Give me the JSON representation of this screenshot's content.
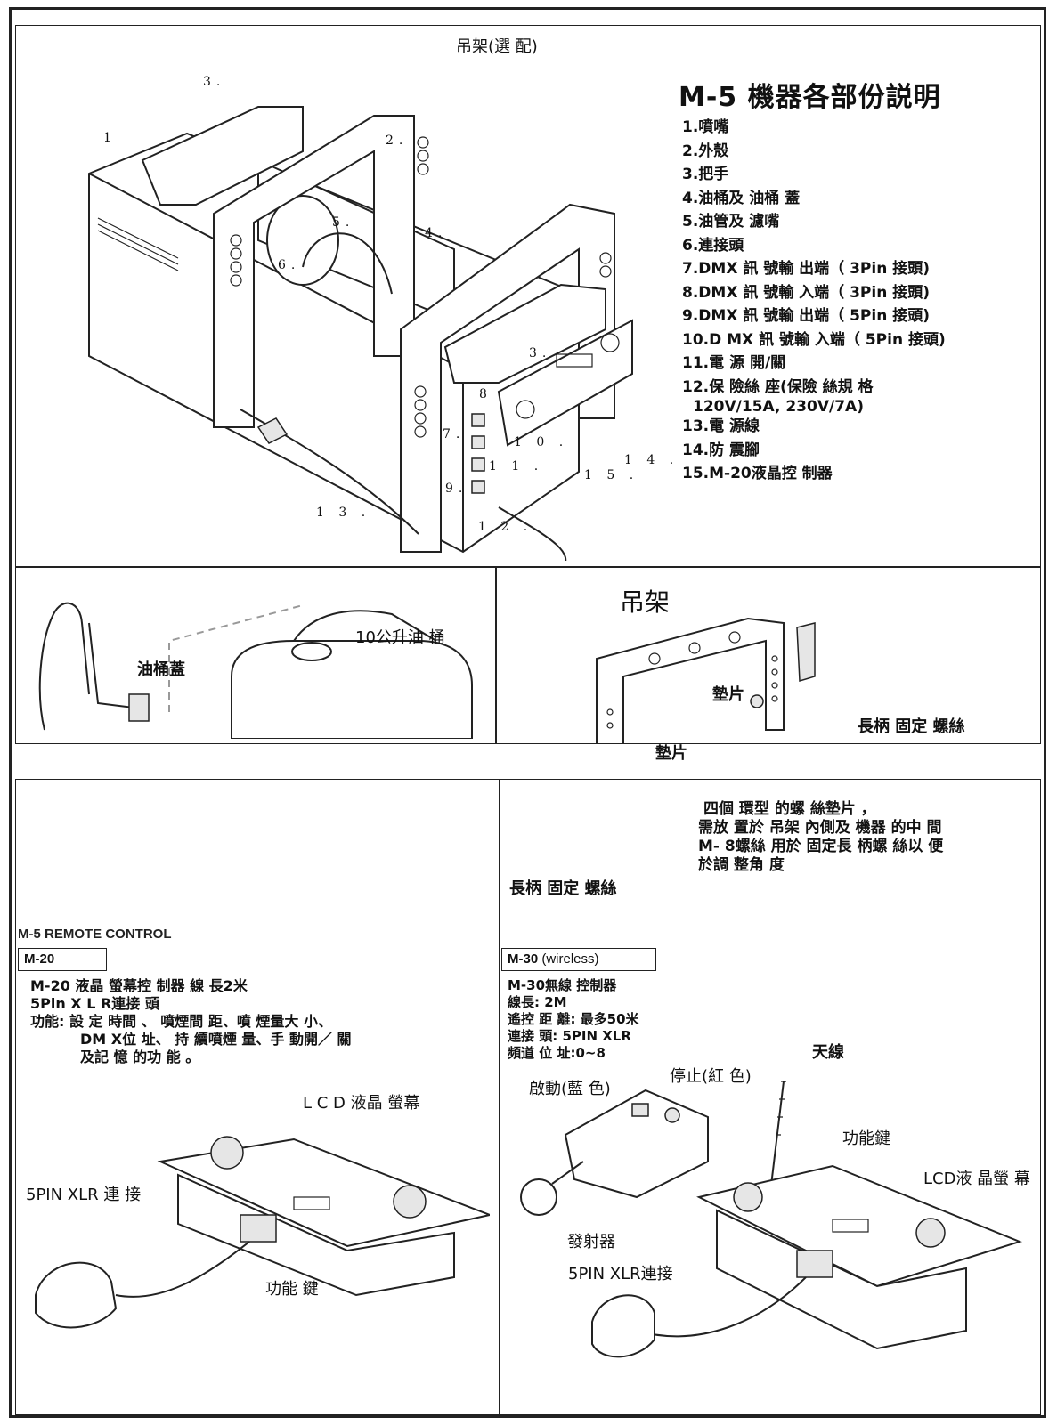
{
  "machine": {
    "bracket_optional": "吊架(選 配)",
    "title": "M-5 機器各部份説明",
    "parts": [
      "1.噴嘴",
      "2.外殼",
      "3.把手",
      "4.油桶及 油桶 蓋",
      "5.油管及 濾嘴",
      "6.連接頭",
      "7.DMX 訊 號輸 出端（ 3Pin 接頭)",
      "8.DMX 訊 號輸 入端（ 3Pin 接頭)",
      "9.DMX 訊 號輸 出端（ 5Pin 接頭)",
      "10.D MX 訊 號輸 入端（ 5Pin 接頭)",
      "11.電 源 開/關",
      "12.保 險絲 座(保險 絲規 格",
      "120V/15A, 230V/7A)",
      "13.電 源線",
      "14.防 震腳",
      "15.M-20液晶控 制器"
    ],
    "callouts": {
      "n1": "1",
      "n2": "2.",
      "n3a": "3.",
      "n3b": "3.",
      "n4": "4.",
      "n5": "5.",
      "n6": "6.",
      "n7": "7.",
      "n8": "8",
      "n9": "9.",
      "n10": "1 0 .",
      "n11": "1 1 .",
      "n12": "1 2 .",
      "n13": "1 3 .",
      "n14": "1 4 .",
      "n15": "1 5 ."
    }
  },
  "tank": {
    "cap_label": "油桶蓋",
    "tank_label": "10公升油 桶"
  },
  "bracket": {
    "title": "吊架",
    "washer_a": "墊片",
    "washer_b": "墊片",
    "screw_right": "長柄 固定 螺絲",
    "screw_left": "長柄 固定 螺絲",
    "note": [
      "四個 環型 的螺 絲墊片 ，",
      "需放 置於 吊架 內側及 機器 的中 間",
      "M- 8螺絲 用於 固定長 柄螺 絲以 便",
      "於調 整角 度"
    ]
  },
  "remote": {
    "section_title": "M-5 REMOTE CONTROL",
    "m20": {
      "tab": "M-20",
      "lines": [
        "M-20 液晶 螢幕控 制器 線 長2米",
        "5Pin  X L R連接 頭",
        "功能: 設 定 時間 、 噴煙間 距、噴 煙量大 小、",
        "DM X位 址、 持 續噴煙 量、手 動開／ 關",
        "及記 憶 的功 能 。"
      ],
      "lcd_label": "L C D 液晶 螢幕",
      "xlr_label": "5PIN XLR 連 接",
      "func_label": "功能 鍵"
    },
    "m30": {
      "tab_main": "M-30",
      "tab_sub": " (wireless)",
      "lines": [
        "M-30無線 控制器",
        "線長: 2M",
        "遙控 距 離: 最多50米",
        "連接 頭: 5PIN XLR",
        "頻道 位 址:0~8"
      ],
      "antenna_label": "天線",
      "start_label": "啟動(藍 色)",
      "stop_label": "停止(紅 色)",
      "func_label": "功能鍵",
      "lcd_label": "LCD液 晶螢 幕",
      "transmitter_label": "發射器",
      "xlr_label": "5PIN XLR連接"
    }
  }
}
